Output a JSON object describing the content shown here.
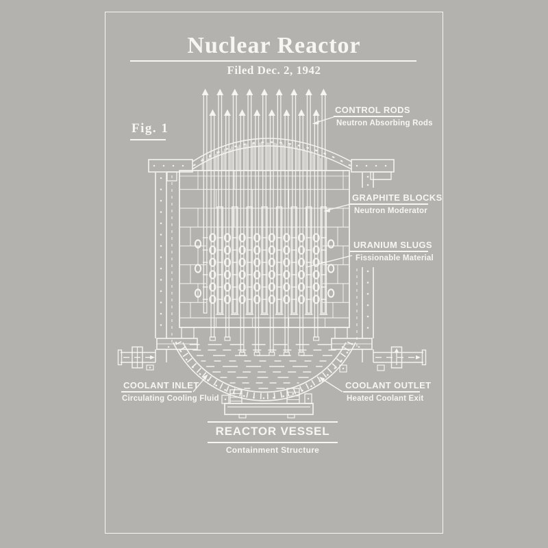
{
  "colors": {
    "background": "#b4b2ae",
    "ink": "#f7f6f2"
  },
  "title": {
    "heading": "Nuclear Reactor",
    "subtitle": "Filed Dec. 2, 1942"
  },
  "figure": {
    "label": "Fig. 1"
  },
  "callouts": {
    "control_rods": {
      "heading": "CONTROL RODS",
      "sub": "Neutron Absorbing Rods"
    },
    "graphite_blocks": {
      "heading": "GRAPHITE BLOCKS",
      "sub": "Neutron Moderator"
    },
    "uranium_slugs": {
      "heading": "URANIUM SLUGS",
      "sub": "Fissionable Material"
    },
    "coolant_inlet": {
      "heading": "COOLANT INLET",
      "sub": "Circulating Cooling Fluid"
    },
    "coolant_outlet": {
      "heading": "COOLANT OUTLET",
      "sub": "Heated Coolant Exit"
    },
    "reactor_vessel": {
      "heading": "REACTOR VESSEL",
      "sub": "Containment Structure"
    }
  }
}
